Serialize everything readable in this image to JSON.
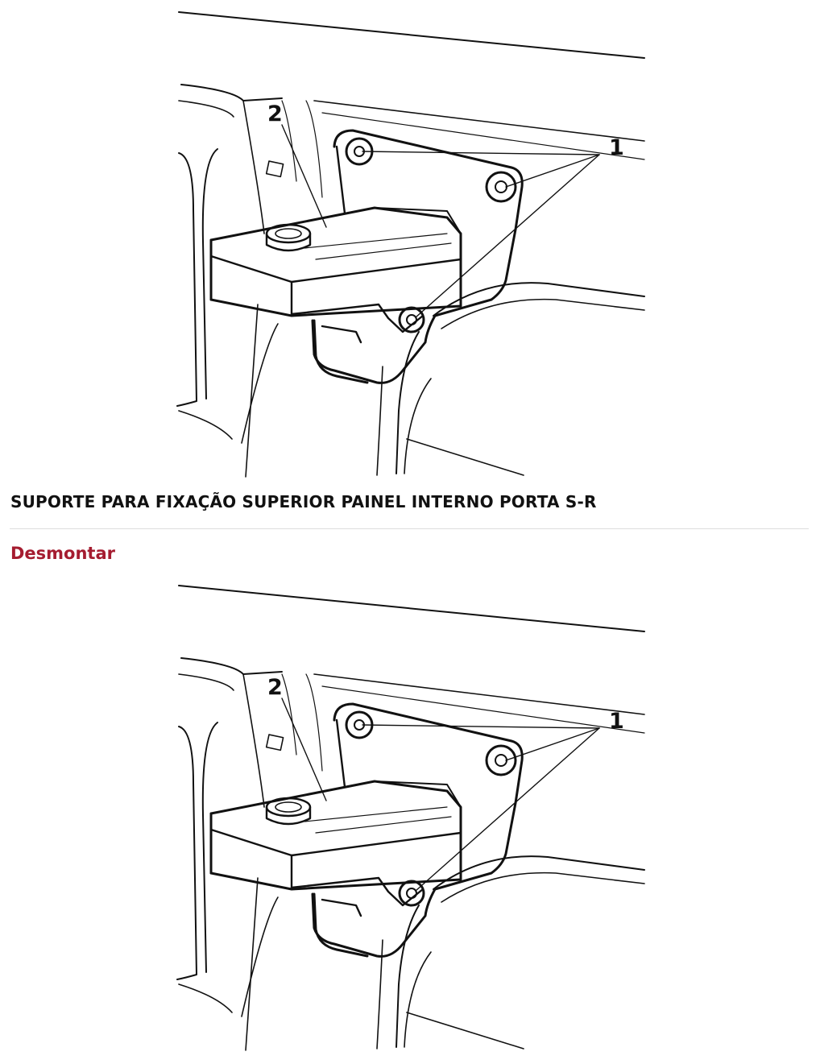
{
  "document": {
    "title": "SUPORTE PARA FIXAÇÃO SUPERIOR PAINEL INTERNO PORTA S-R",
    "section_heading": "Desmontar",
    "colors": {
      "text": "#111111",
      "section_heading": "#a51c30",
      "divider": "#dddddd",
      "line_art": "#111111"
    }
  },
  "figures": [
    {
      "callouts": [
        "1",
        "2"
      ]
    },
    {
      "callouts": [
        "1",
        "2"
      ]
    }
  ]
}
